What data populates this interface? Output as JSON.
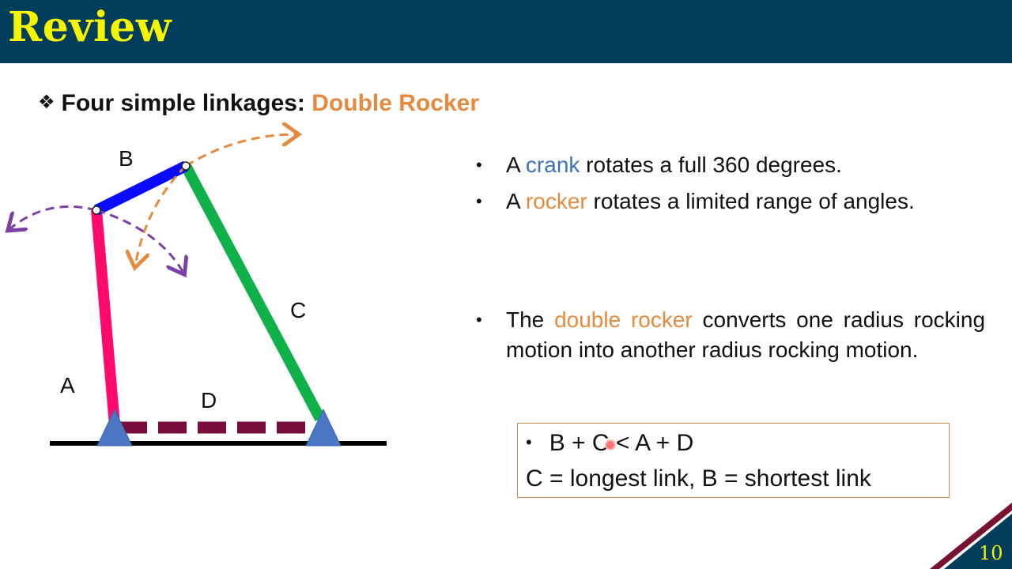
{
  "header": {
    "title": "Review"
  },
  "heading": {
    "bullet_glyph": "❖",
    "text": "Four simple linkages:",
    "highlight": "Double Rocker"
  },
  "diagram": {
    "labels": {
      "a": "A",
      "b": "B",
      "c": "C",
      "d": "D"
    },
    "colors": {
      "link_a": "#ff0a6c",
      "link_b": "#0a0aff",
      "link_c": "#10b04a",
      "link_d": "#7a0c3c",
      "ground_pivot": "#4a76c4",
      "arc_orange": "#e58a3e",
      "arc_purple": "#7b3fa8"
    }
  },
  "bullets": [
    {
      "before": "A ",
      "term": "crank",
      "after": " rotates a full 360 degrees."
    },
    {
      "before": "A ",
      "term": "rocker",
      "after": " rotates a limited range of angles."
    },
    {
      "before": "The ",
      "term": "double rocker",
      "after": " converts one radius rocking motion into another radius rocking motion."
    }
  ],
  "rule_box": {
    "condition": "B + C < A + D",
    "definition": "C = longest link, B = shortest link"
  },
  "footer": {
    "page_number": "10"
  }
}
